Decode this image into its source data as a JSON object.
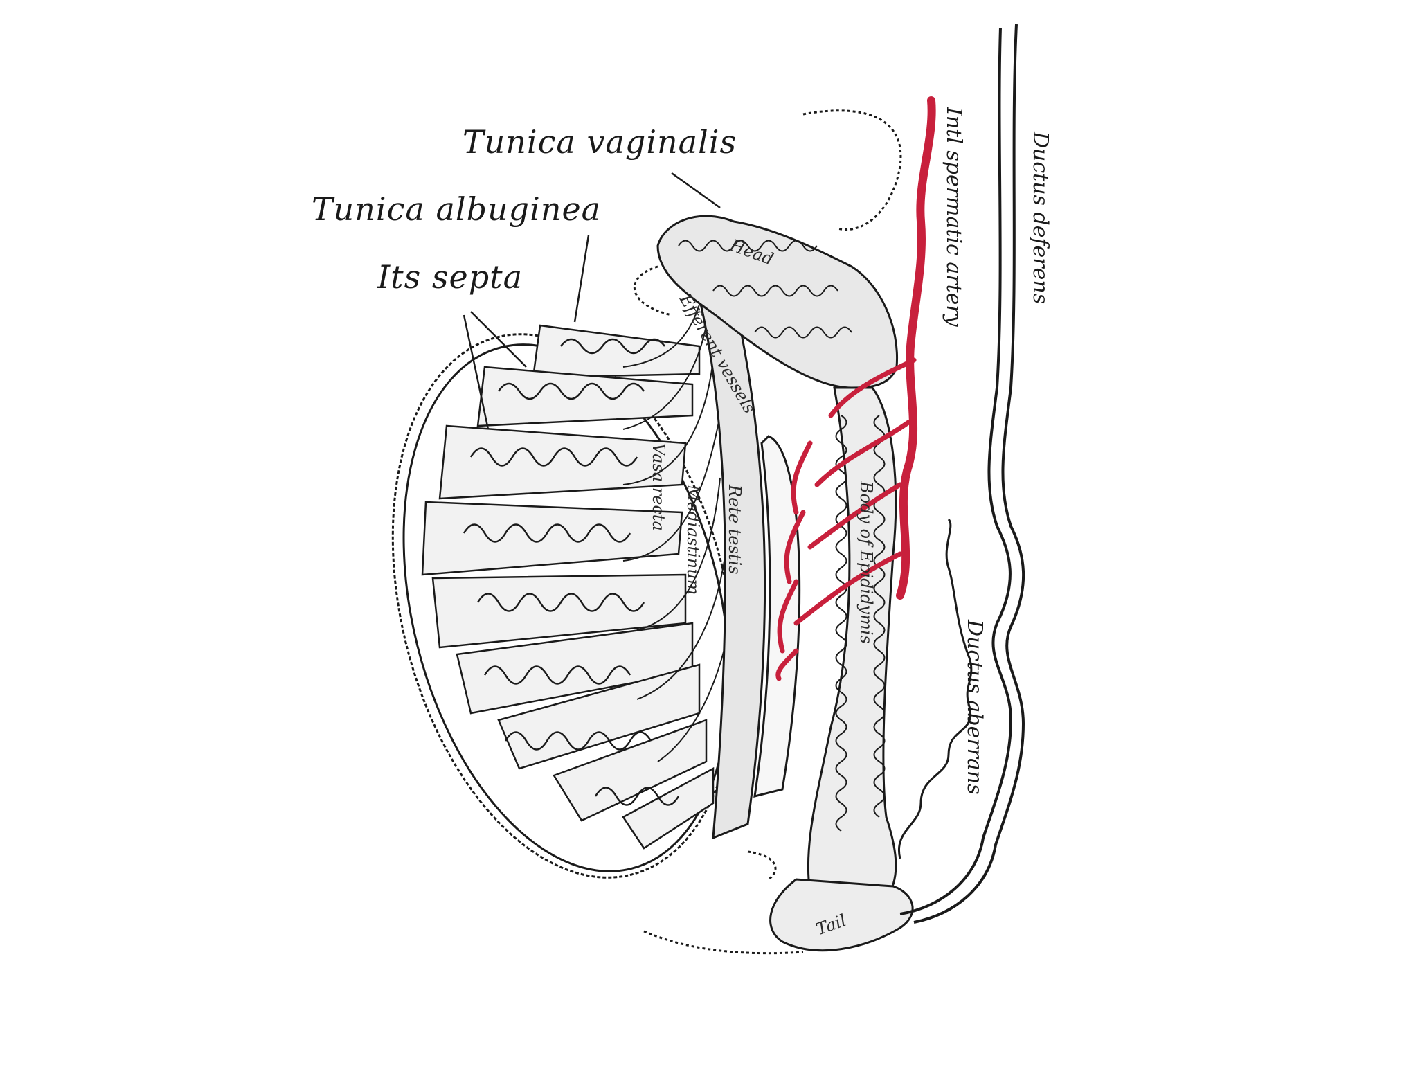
{
  "colors": {
    "ink": "#1a1a1a",
    "artery": "#c8203c",
    "background": "#ffffff"
  },
  "labels": {
    "tunica_vaginalis": "Tunica vaginalis",
    "tunica_albuginea": "Tunica albuginea",
    "its_septa": "Its septa",
    "int_spermatic_artery": "Intl spermatic artery",
    "ductus_deferens": "Ductus deferens",
    "ductus_aberrans": "Ductus aberrans",
    "head": "Head",
    "efferent_vessels": "Efferent vessels",
    "vasa_recta": "Vasa recta",
    "mediastinum": "Mediastinum",
    "rete_testis": "Rete testis",
    "body_of_epididymis": "Body of Epididymis",
    "tail": "Tail"
  }
}
